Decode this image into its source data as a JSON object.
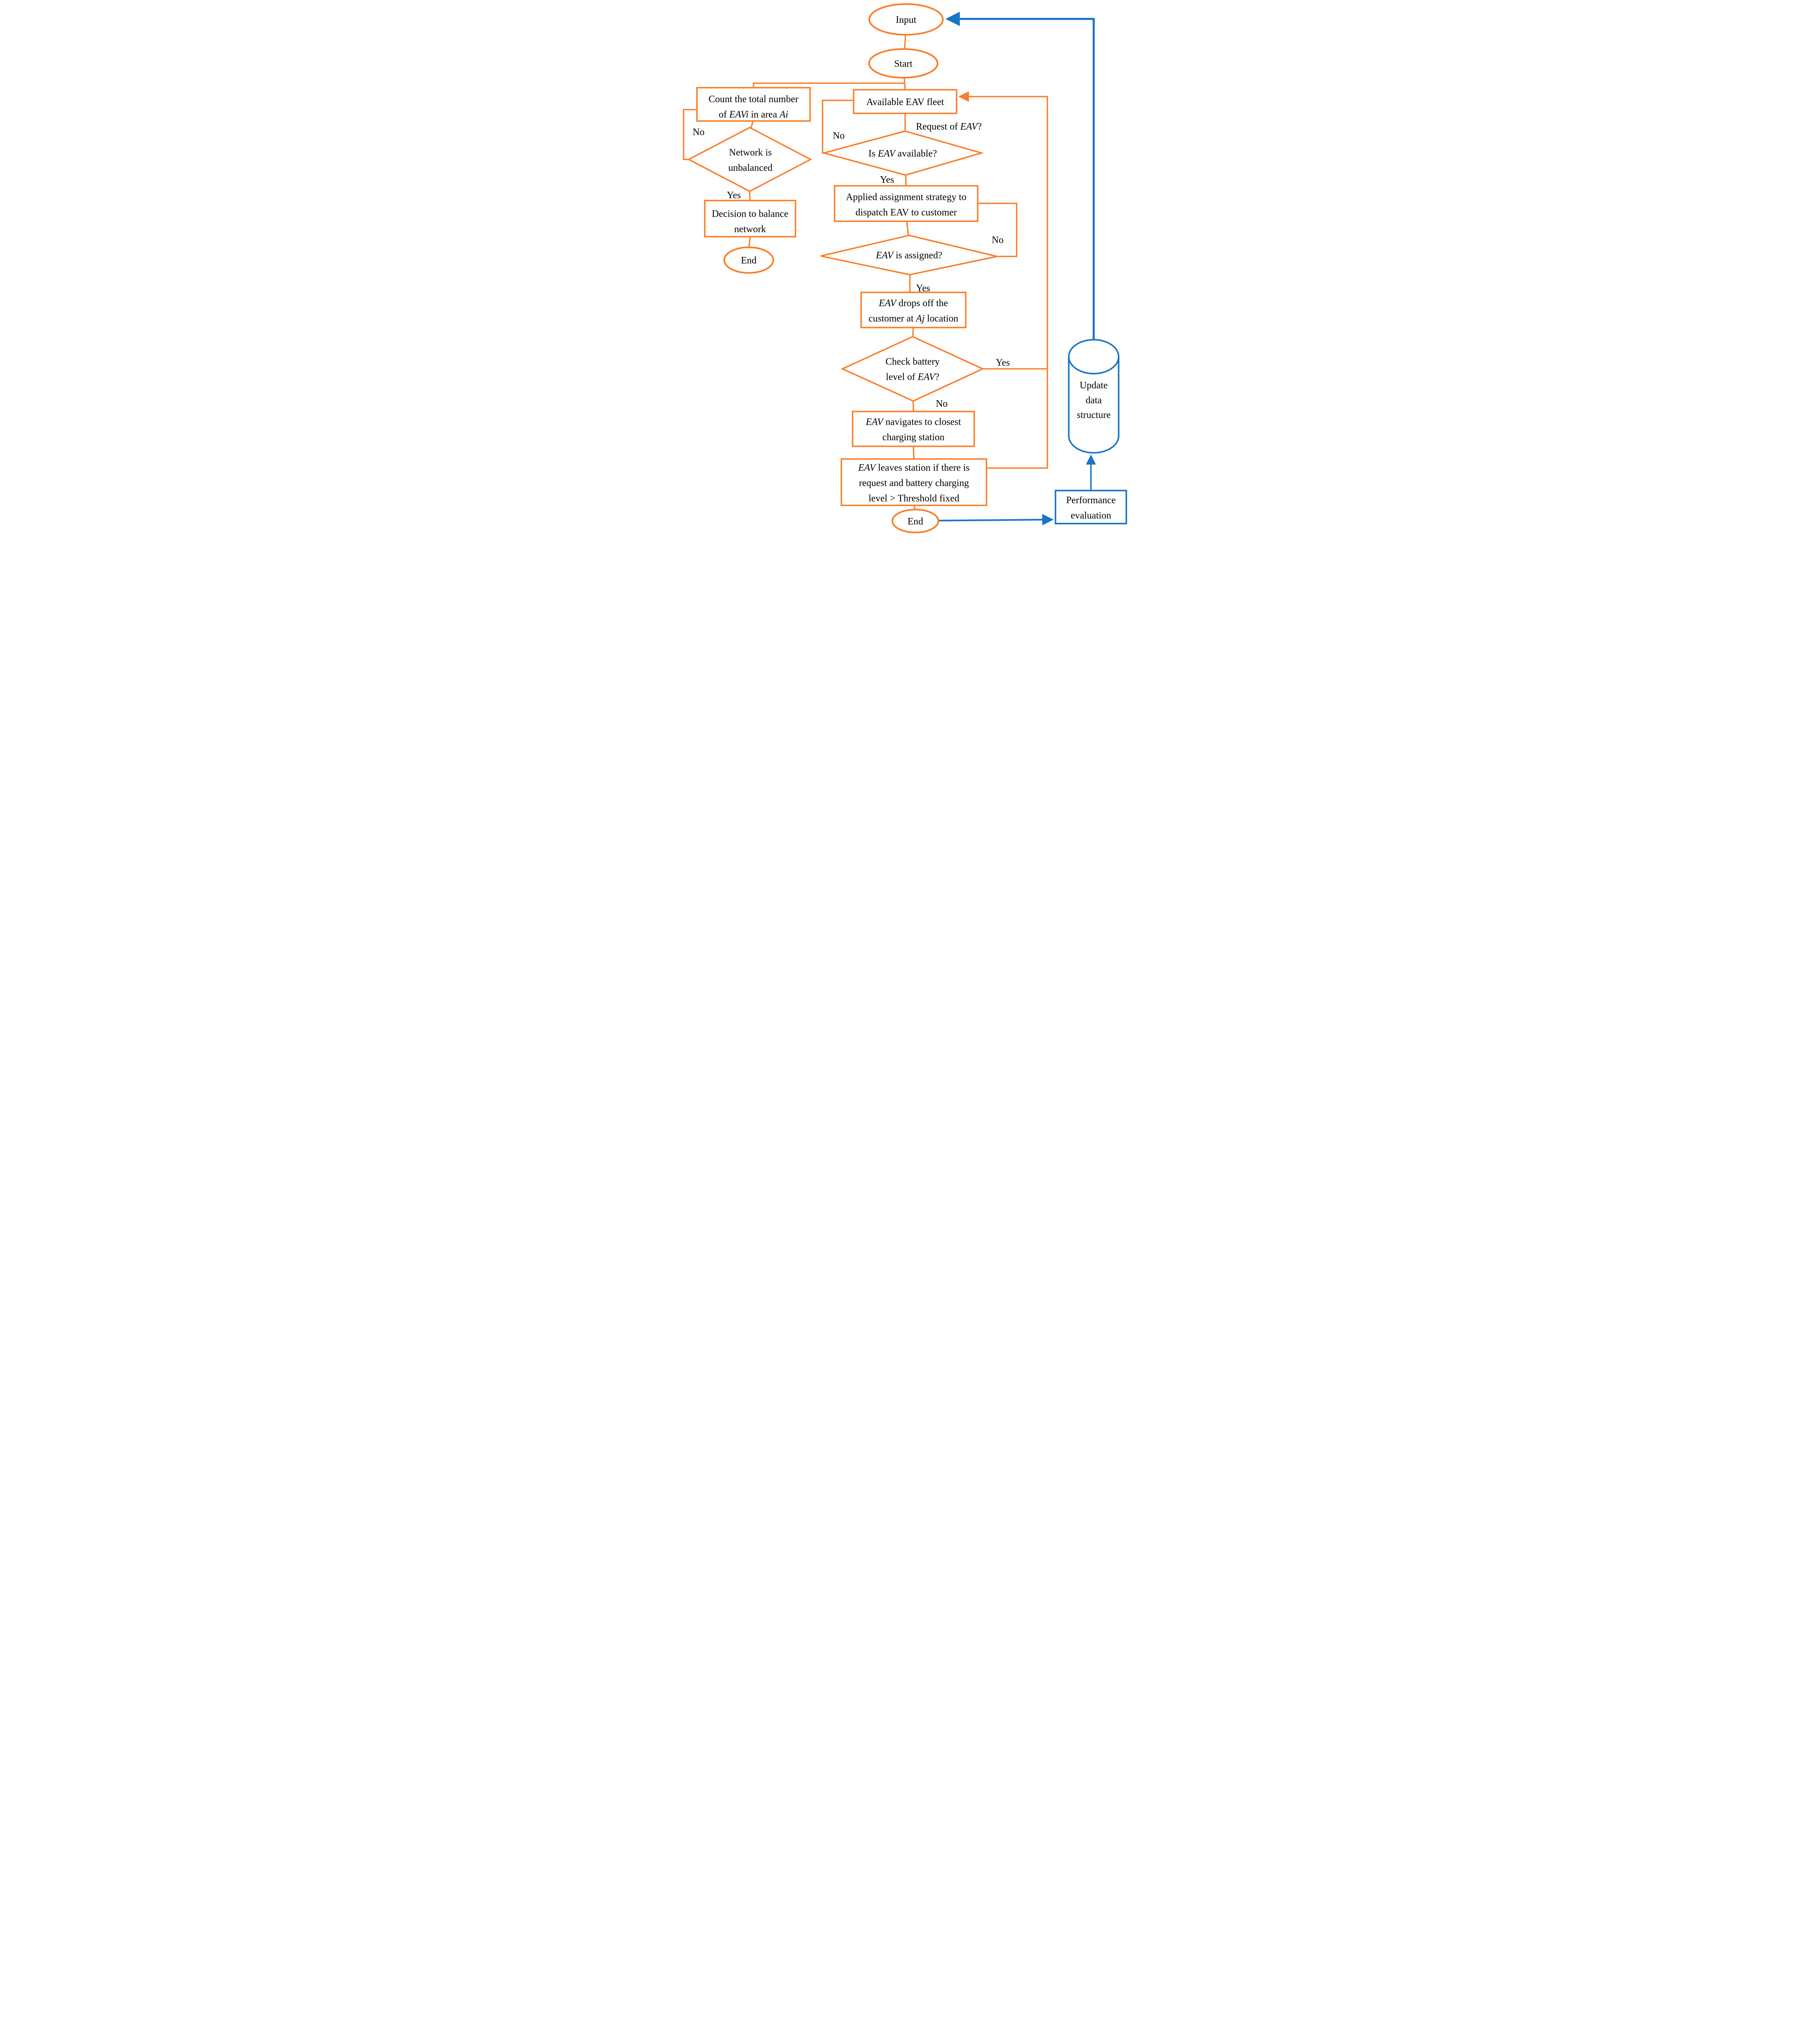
{
  "title": "EAV fleet dispatching and network balancing flowchart",
  "colors": {
    "orange": "#FB7D26",
    "blue": "#1874C6",
    "text": "#000000",
    "background": "#ffffff"
  },
  "nodes": {
    "input": {
      "label": "Input"
    },
    "start": {
      "label": "Start"
    },
    "count_box": {
      "lines": [
        [
          {
            "t": "Count the total number"
          }
        ],
        [
          {
            "t": "of "
          },
          {
            "t": "EAVi",
            "i": true
          },
          {
            "t": " in area "
          },
          {
            "t": "Ai",
            "i": true
          }
        ]
      ]
    },
    "network_diamond": {
      "lines": [
        [
          {
            "t": "Network is"
          }
        ],
        [
          {
            "t": "unbalanced"
          }
        ]
      ]
    },
    "decision_box": {
      "lines": [
        [
          {
            "t": "Decision to balance"
          }
        ],
        [
          {
            "t": "network"
          }
        ]
      ]
    },
    "end_left": {
      "label": "End"
    },
    "available_box": {
      "lines": [
        [
          {
            "t": "Available EAV fleet"
          }
        ]
      ]
    },
    "isavail_diamond": {
      "lines": [
        [
          {
            "t": "Is "
          },
          {
            "t": "EAV",
            "i": true
          },
          {
            "t": " available?"
          }
        ]
      ]
    },
    "applied_box": {
      "lines": [
        [
          {
            "t": "Applied assignment strategy to"
          }
        ],
        [
          {
            "t": "dispatch EAV to customer"
          }
        ]
      ]
    },
    "assigned_diamond": {
      "lines": [
        [
          {
            "t": "EAV",
            "i": true
          },
          {
            "t": " is assigned?"
          }
        ]
      ]
    },
    "drops_box": {
      "lines": [
        [
          {
            "t": "EAV",
            "i": true
          },
          {
            "t": " drops off the"
          }
        ],
        [
          {
            "t": "customer at "
          },
          {
            "t": "Aj",
            "i": true
          },
          {
            "t": " location"
          }
        ]
      ]
    },
    "battery_diamond": {
      "lines": [
        [
          {
            "t": "Check battery"
          }
        ],
        [
          {
            "t": "level of "
          },
          {
            "t": "EAV",
            "i": true
          },
          {
            "t": "?"
          }
        ]
      ]
    },
    "navigate_box": {
      "lines": [
        [
          {
            "t": "EAV",
            "i": true
          },
          {
            "t": " navigates to closest"
          }
        ],
        [
          {
            "t": "charging station"
          }
        ]
      ]
    },
    "leaves_box": {
      "lines": [
        [
          {
            "t": "EAV",
            "i": true
          },
          {
            "t": " leaves station if there is"
          }
        ],
        [
          {
            "t": "request and battery charging"
          }
        ],
        [
          {
            "t": "level > Threshold fixed"
          }
        ]
      ]
    },
    "end_bottom": {
      "label": "End"
    },
    "update_cylinder": {
      "lines": [
        [
          {
            "t": "Update"
          }
        ],
        [
          {
            "t": "data"
          }
        ],
        [
          {
            "t": "structure"
          }
        ]
      ]
    },
    "performance_box": {
      "lines": [
        [
          {
            "t": "Performance"
          }
        ],
        [
          {
            "t": "evaluation"
          }
        ]
      ]
    }
  },
  "edge_labels": {
    "network_no": "No",
    "network_yes": "Yes",
    "request": [
      {
        "t": "Request of "
      },
      {
        "t": "EAV",
        "i": true
      },
      {
        "t": "?"
      }
    ],
    "isavail_no": "No",
    "isavail_yes": "Yes",
    "assigned_no": "No",
    "assigned_yes": "Yes",
    "battery_yes": "Yes",
    "battery_no": "No"
  }
}
